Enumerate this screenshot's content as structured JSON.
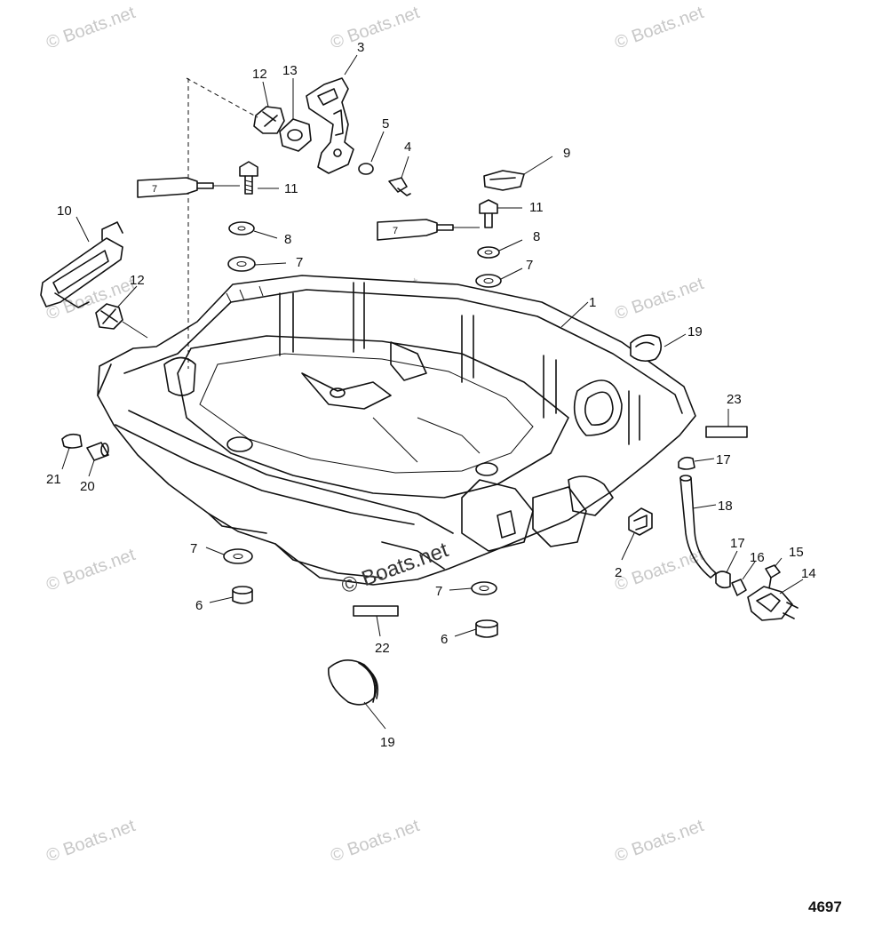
{
  "figure_number": "4697",
  "watermark": "© Boats.net",
  "sealant_tube_label": "7",
  "callouts": [
    {
      "id": "c1",
      "label": "1"
    },
    {
      "id": "c2",
      "label": "2"
    },
    {
      "id": "c3",
      "label": "3"
    },
    {
      "id": "c4",
      "label": "4"
    },
    {
      "id": "c5",
      "label": "5"
    },
    {
      "id": "c6a",
      "label": "6"
    },
    {
      "id": "c6b",
      "label": "6"
    },
    {
      "id": "c7a",
      "label": "7"
    },
    {
      "id": "c7b",
      "label": "7"
    },
    {
      "id": "c7c",
      "label": "7"
    },
    {
      "id": "c7d",
      "label": "7"
    },
    {
      "id": "c8a",
      "label": "8"
    },
    {
      "id": "c8b",
      "label": "8"
    },
    {
      "id": "c9",
      "label": "9"
    },
    {
      "id": "c10",
      "label": "10"
    },
    {
      "id": "c11a",
      "label": "11"
    },
    {
      "id": "c11b",
      "label": "11"
    },
    {
      "id": "c12a",
      "label": "12"
    },
    {
      "id": "c12b",
      "label": "12"
    },
    {
      "id": "c13",
      "label": "13"
    },
    {
      "id": "c14",
      "label": "14"
    },
    {
      "id": "c15",
      "label": "15"
    },
    {
      "id": "c16",
      "label": "16"
    },
    {
      "id": "c17a",
      "label": "17"
    },
    {
      "id": "c17b",
      "label": "17"
    },
    {
      "id": "c18",
      "label": "18"
    },
    {
      "id": "c19a",
      "label": "19"
    },
    {
      "id": "c19b",
      "label": "19"
    },
    {
      "id": "c20",
      "label": "20"
    },
    {
      "id": "c21",
      "label": "21"
    },
    {
      "id": "c22",
      "label": "22"
    },
    {
      "id": "c23",
      "label": "23"
    }
  ]
}
